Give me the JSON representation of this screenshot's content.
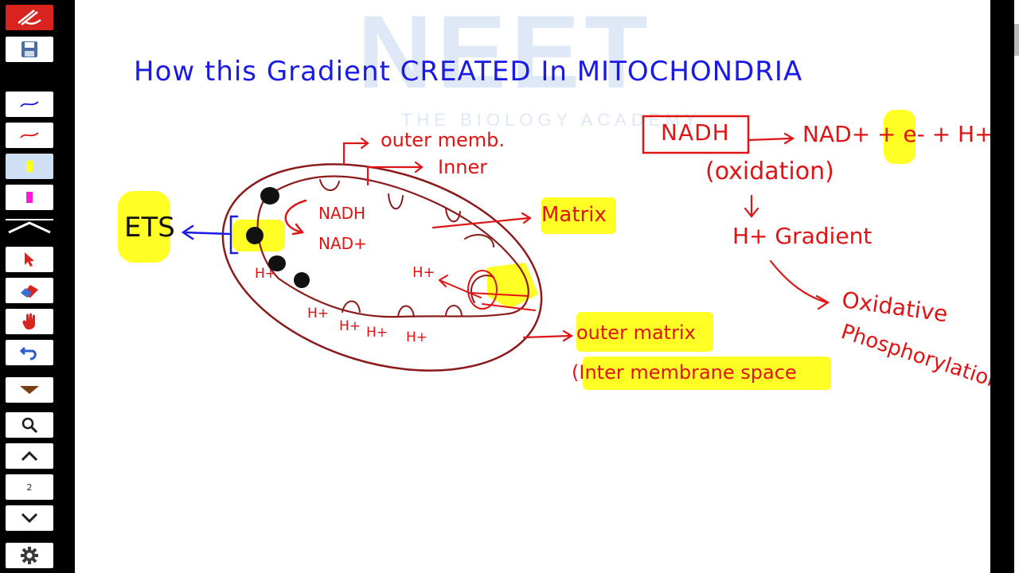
{
  "toolbar": {
    "page_number": "2"
  },
  "watermark": {
    "logo_text": "NEET",
    "subtitle": "THE BIOLOGY ACADEMY"
  },
  "board": {
    "title": "How this Gradient CREATED In MITOCHONDRIA",
    "labels": {
      "outer_memb": "outer memb.",
      "inner": "Inner",
      "matrix": "Matrix",
      "ets": "ETS",
      "nadh_small": "NADH",
      "nad_small": "NAD+",
      "h_plus": "H+",
      "outer_matrix": "outer matrix",
      "inter_membrane_space": "(Inter membrane space",
      "nadh_box": "NADH",
      "nad_eq": "NAD+ + e- + H+",
      "oxidation": "(oxidation)",
      "h_gradient": "H+ Gradient",
      "oxidative_1": "Oxidative",
      "oxidative_2": "Phosphorylation"
    }
  },
  "colors": {
    "ink_blue": "#1a1ae6",
    "ink_red": "#e01414",
    "ink_maroon": "#8b1a1a",
    "highlight": "#ffff1a",
    "toolbar_bg": "#000000"
  },
  "icons": [
    "pen-logo-icon",
    "save-icon",
    "blue-pen-icon",
    "red-pen-icon",
    "yellow-highlighter-icon",
    "magenta-highlighter-icon",
    "collapse-icon",
    "pointer-icon",
    "eraser-icon",
    "hand-icon",
    "undo-icon",
    "dropdown-icon",
    "zoom-icon",
    "page-up-icon",
    "page-down-icon",
    "settings-icon"
  ]
}
